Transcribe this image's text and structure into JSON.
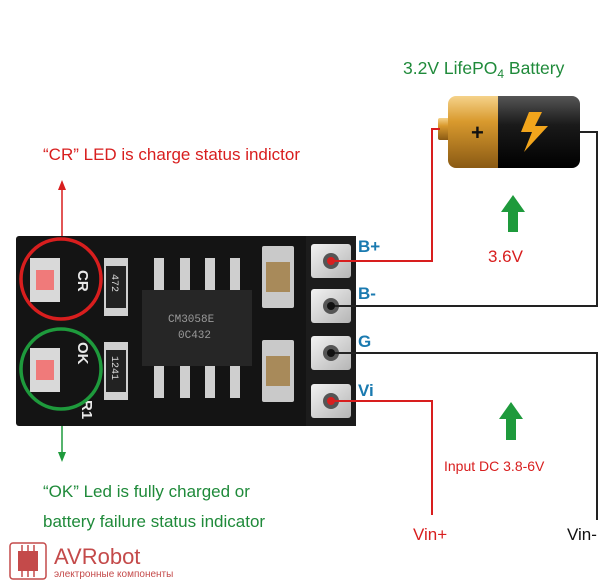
{
  "battery": {
    "label_main": "3.2V LifePO",
    "label_sub": "4",
    "label_end": " Battery",
    "charge_voltage": "3.6V",
    "plus_sign": "+"
  },
  "annotations": {
    "cr_prefix": "“CR”",
    "cr_rest": " LED is charge status indictor",
    "ok_line1": "“OK” Led is fully charged or",
    "ok_line2": "battery failure status indicator"
  },
  "board": {
    "chip_line1": "CM3058E",
    "chip_line2": "0C432",
    "label_cr": "CR",
    "label_ok": "OK",
    "label_r1": "R1",
    "resistor_top": "472",
    "resistor_bottom": "1241"
  },
  "pins": [
    {
      "label": "B+"
    },
    {
      "label": "B-"
    },
    {
      "label": "G"
    },
    {
      "label": "Vi"
    }
  ],
  "input": {
    "label": "Input DC 3.8-6V",
    "vin_plus": "Vin+",
    "vin_minus": "Vin-"
  },
  "logo": {
    "name": "AVRobot",
    "tagline": "электронные компоненты"
  },
  "colors": {
    "label_blue": "#1a7ab0",
    "title_green": "#1f8a3a",
    "wire_red": "#d81e1e",
    "arrow_green": "#1e9a3c",
    "pcb": "#141414"
  }
}
